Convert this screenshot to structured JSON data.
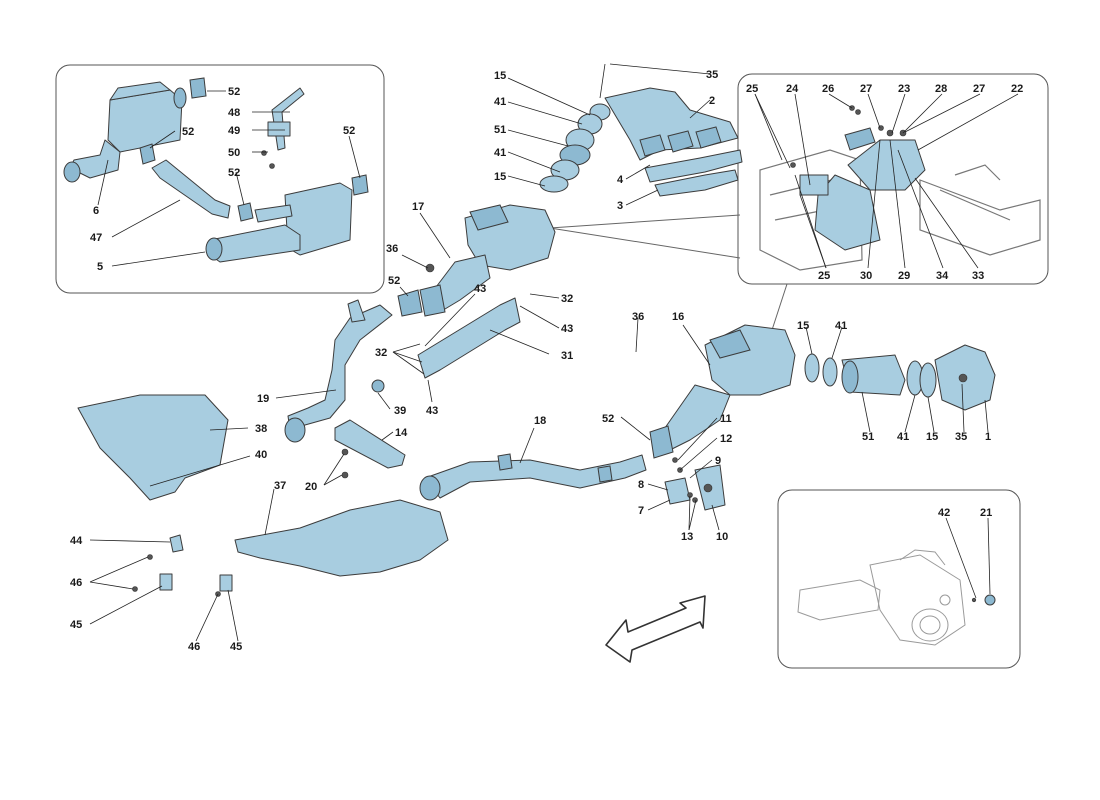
{
  "diagram": {
    "callouts": {
      "c1": "1",
      "c2": "2",
      "c3": "3",
      "c4": "4",
      "c5": "5",
      "c6": "6",
      "c7": "7",
      "c8": "8",
      "c9": "9",
      "c10": "10",
      "c11": "11",
      "c12": "12",
      "c13": "13",
      "c14": "14",
      "c15a": "15",
      "c15b": "15",
      "c15c": "15",
      "c15d": "15",
      "c16": "16",
      "c17": "17",
      "c18": "18",
      "c19": "19",
      "c20": "20",
      "c21": "21",
      "c22": "22",
      "c23": "23",
      "c24": "24",
      "c25a": "25",
      "c25b": "25",
      "c26": "26",
      "c27a": "27",
      "c27b": "27",
      "c28": "28",
      "c29": "29",
      "c30": "30",
      "c31": "31",
      "c32a": "32",
      "c32b": "32",
      "c33": "33",
      "c34": "34",
      "c35a": "35",
      "c35b": "35",
      "c36a": "36",
      "c36b": "36",
      "c37": "37",
      "c38": "38",
      "c39": "39",
      "c40": "40",
      "c41a": "41",
      "c41b": "41",
      "c41c": "41",
      "c41d": "41",
      "c42": "42",
      "c43a": "43",
      "c43b": "43",
      "c43c": "43",
      "c44": "44",
      "c45a": "45",
      "c45b": "45",
      "c46a": "46",
      "c46b": "46",
      "c47": "47",
      "c48": "48",
      "c49": "49",
      "c50": "50",
      "c51a": "51",
      "c51b": "51",
      "c52a": "52",
      "c52b": "52",
      "c52c": "52",
      "c52d": "52",
      "c52e": "52",
      "c52f": "52"
    }
  }
}
